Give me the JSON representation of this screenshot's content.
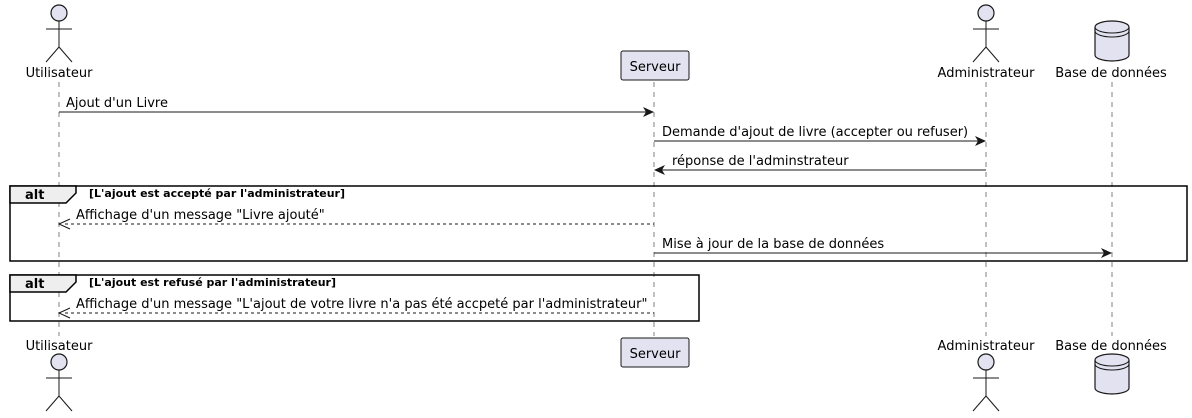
{
  "participants": {
    "user": "Utilisateur",
    "server": "Serveur",
    "admin": "Administrateur",
    "db": "Base de données"
  },
  "messages": [
    "Ajout d'un Livre",
    "Demande d'ajout de livre (accepter ou refuser)",
    "réponse de l'adminstrateur",
    "Affichage d'un message \"Livre ajouté\"",
    "Mise à jour de la base de données",
    "Affichage d'un message \"L'ajout de votre livre n'a pas été accpeté par l'administrateur\""
  ],
  "fragments": [
    {
      "operator": "alt",
      "guard": "[L'ajout est accepté par l'administrateur]"
    },
    {
      "operator": "alt",
      "guard": "[L'ajout est refusé par l'administrateur]"
    }
  ],
  "colors": {
    "participant_fill": "#E2E2F0",
    "line": "#181818",
    "lifeline": "#808080",
    "fragment_tab": "#eeeeee"
  }
}
